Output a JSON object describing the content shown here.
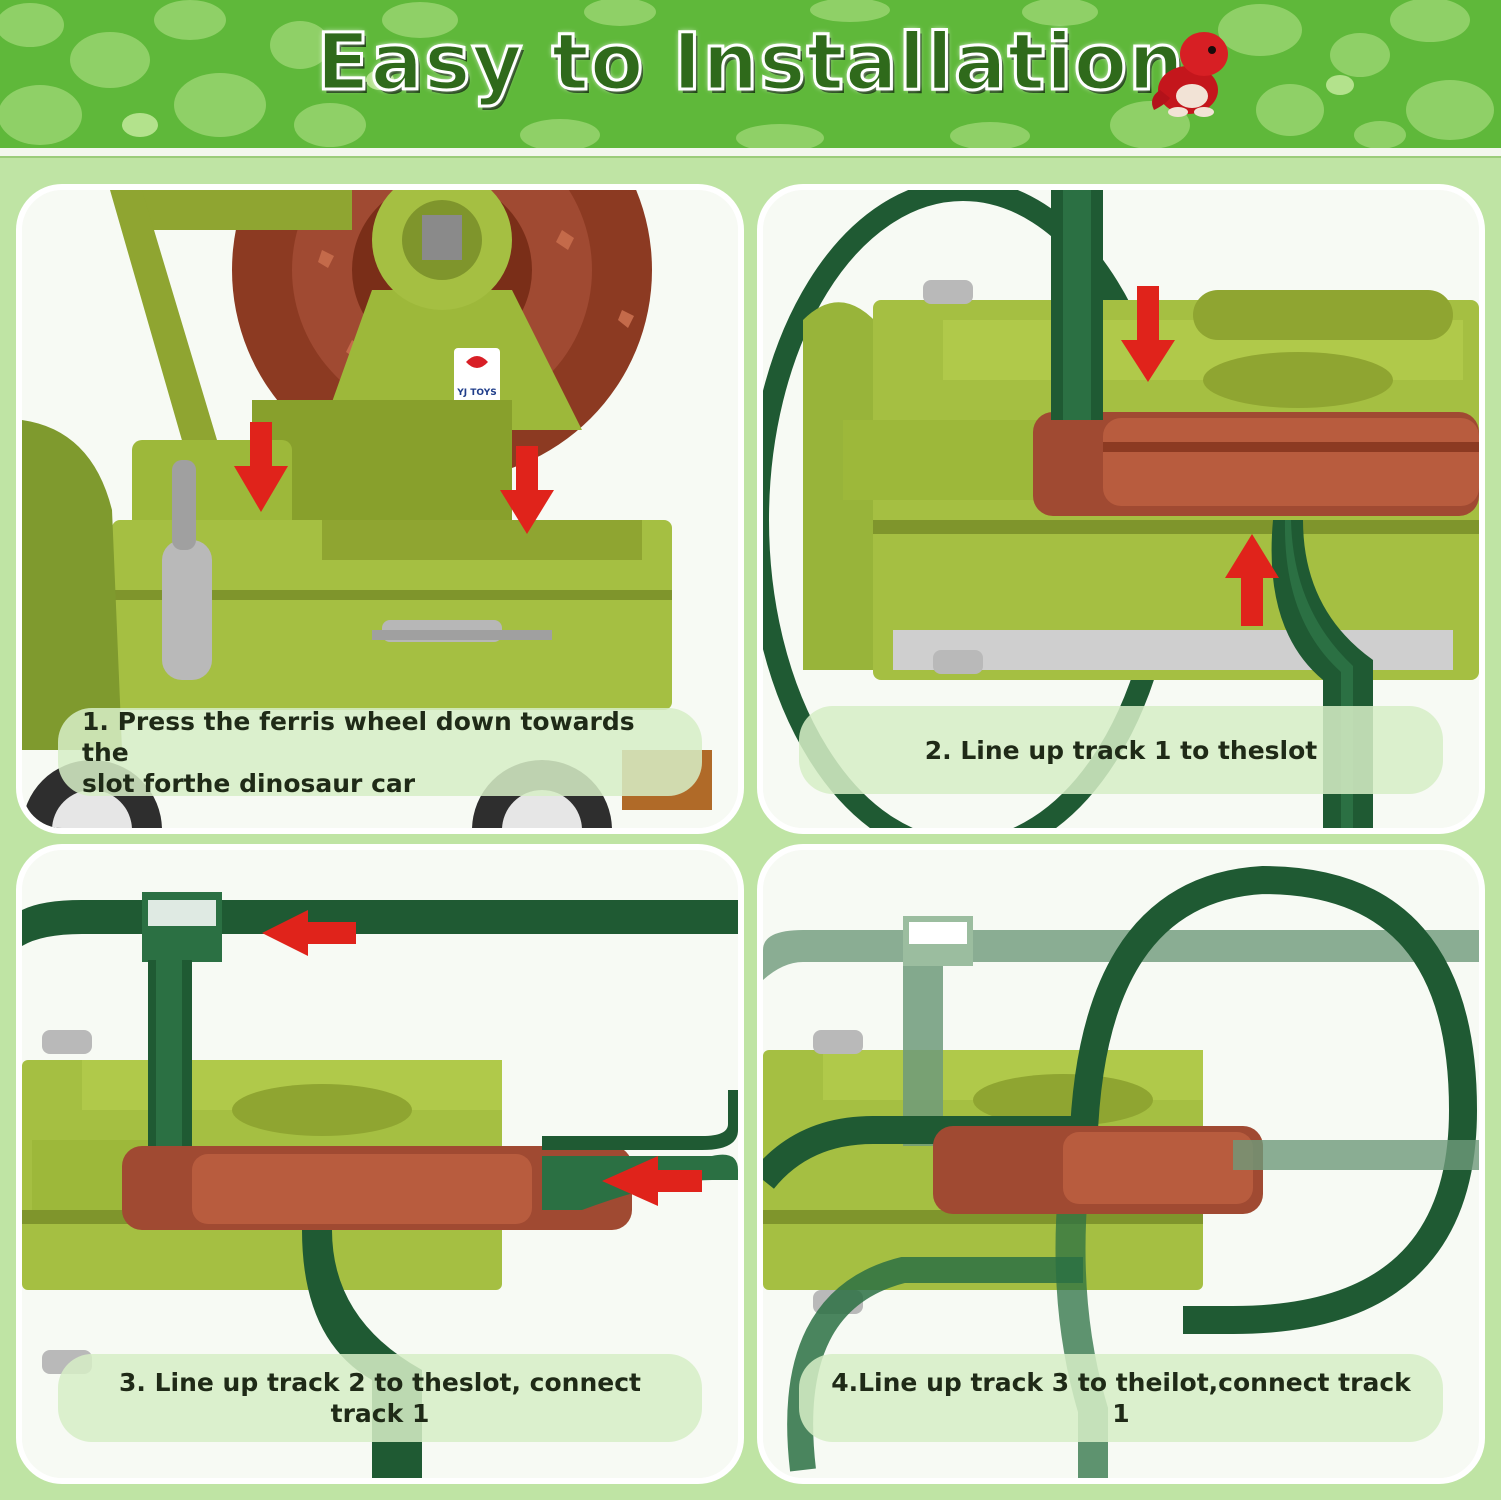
{
  "header": {
    "title": "Easy to Installation"
  },
  "colors": {
    "background": "#bfe4a4",
    "header_dark_green": "#5fb83a",
    "header_light_green": "#8fd067",
    "title_green": "#2f6a1b",
    "toy_green": "#9db83a",
    "track_green": "#1f5a33",
    "wheel_brown": "#a04a32",
    "arrow_red": "#e0231b"
  },
  "icons": {
    "mascot": "red-dinosaur-plush",
    "arrows": "red-arrow"
  },
  "steps": [
    {
      "caption_line1": "1. Press the ferris wheel down towards the",
      "caption_line2": "slot forthe dinosaur car"
    },
    {
      "caption": "2. Line up track 1 to theslot"
    },
    {
      "caption": "3. Line up track 2 to theslot, connect track 1"
    },
    {
      "caption": "4.Line up track 3 to theilot,connect track 1"
    }
  ],
  "logo": {
    "text": "YJ TOYS"
  }
}
